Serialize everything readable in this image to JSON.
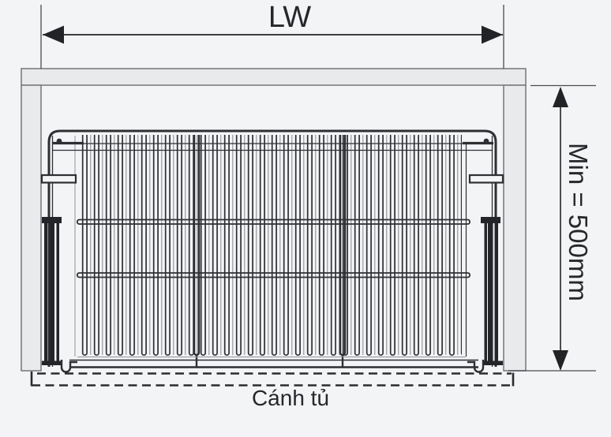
{
  "diagram": {
    "labels": {
      "width_dimension": "LW",
      "depth_dimension": "Min = 500mm",
      "door": "Cánh tủ"
    },
    "colors": {
      "background": "#f3f4f6",
      "panel_fill": "#e9eaec",
      "panel_stroke": "#7c7d81",
      "drawing_line": "#2e2f33",
      "back_wire": "#8f9094",
      "dimension_line": "#222326"
    }
  }
}
